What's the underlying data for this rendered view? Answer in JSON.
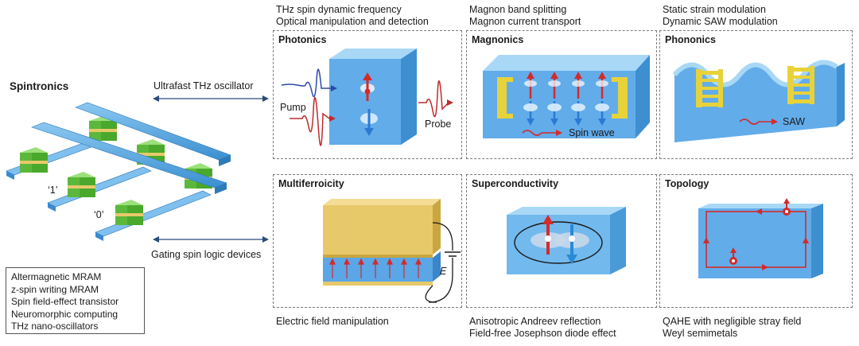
{
  "spintronics": {
    "title": "Spintronics",
    "label_one": "‘1’",
    "label_zero": "‘0’",
    "applications": [
      "Altermagnetic MRAM",
      "z-spin writing MRAM",
      "Spin field-effect transistor",
      "Neuromorphic computing",
      "THz nano-oscillators"
    ]
  },
  "connectors": {
    "top": "Ultrafast THz oscillator",
    "bottom": "Gating spin logic devices"
  },
  "photonics": {
    "title": "Photonics",
    "caption": [
      "THz spin dynamic frequency",
      "Optical manipulation and detection"
    ],
    "pump": "Pump",
    "probe": "Probe"
  },
  "magnonics": {
    "title": "Magnonics",
    "caption": [
      "Magnon band splitting",
      "Magnon current transport"
    ],
    "wave_label": "Spin wave"
  },
  "phononics": {
    "title": "Phononics",
    "caption": [
      "Static strain modulation",
      "Dynamic SAW modulation"
    ],
    "wave_label": "SAW"
  },
  "multiferroicity": {
    "title": "Multiferroicity",
    "caption": [
      "Electric field manipulation"
    ],
    "field_label": "E"
  },
  "superconductivity": {
    "title": "Superconductivity",
    "caption": [
      "Anisotropic Andreev reflection",
      "Field-free Josephson diode effect"
    ]
  },
  "topology": {
    "title": "Topology",
    "caption": [
      "QAHE with negligible stray field",
      "Weyl semimetals"
    ]
  },
  "colors": {
    "slab_blue": "#5fa9e0",
    "arrow_red": "#d42a2a",
    "gold": "#e8c96a",
    "green": "#6cc24a",
    "connector": "#2a4a7a"
  }
}
